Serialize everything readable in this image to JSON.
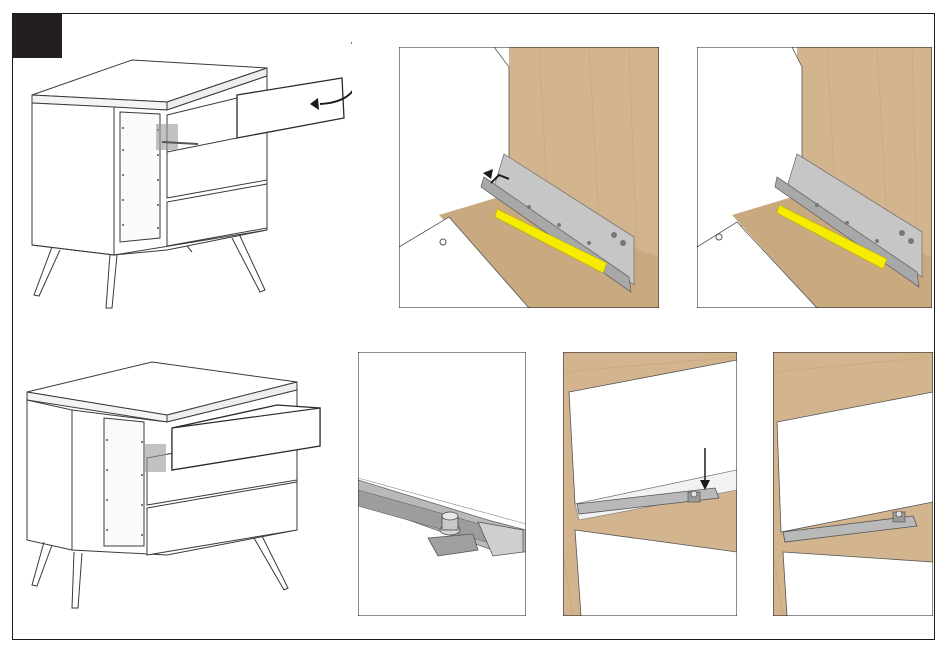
{
  "document": {
    "type": "assembly-instruction-page",
    "step_number": "",
    "step_badge_color": "#231f20",
    "frame_color": "#1a1a1a"
  },
  "palette": {
    "wood": "#d2b48e",
    "wood_dark": "#b89874",
    "white_panel": "#ffffff",
    "rail_grey": "#bdbdbd",
    "rail_dark": "#8a8a8a",
    "highlight_yellow": "#f5ec00",
    "line": "#3a3a3a"
  },
  "figures": [
    {
      "id": "fig-cabinet-drawer-open",
      "description_icon": "cabinet-drawer-insert-icon"
    },
    {
      "id": "fig-runner-unlock",
      "description_icon": "rail-lever-arrow-icon"
    },
    {
      "id": "fig-runner-locked",
      "description_icon": "rail-locked-icon"
    },
    {
      "id": "fig-cabinet-drawer-closed",
      "description_icon": "cabinet-drawer-closed-icon"
    },
    {
      "id": "fig-rail-pin-closeup",
      "description_icon": "rail-pin-icon"
    },
    {
      "id": "fig-drawer-on-rail-press",
      "description_icon": "down-arrow-icon"
    },
    {
      "id": "fig-drawer-on-rail-seated",
      "description_icon": "rail-seated-icon"
    }
  ]
}
